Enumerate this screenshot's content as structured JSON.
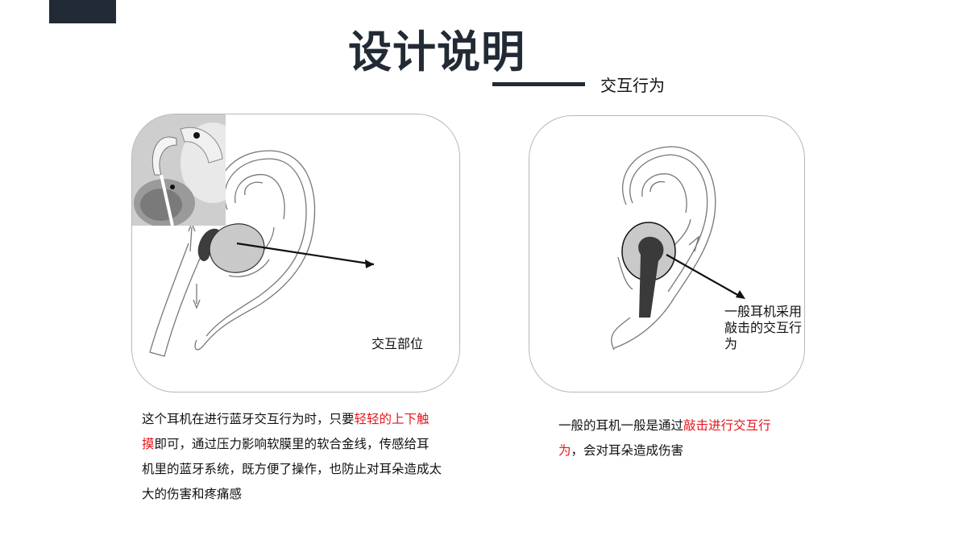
{
  "header": {
    "title": "设计说明",
    "subtitle": "交互行为"
  },
  "left_panel": {
    "inset_label": "交互部位",
    "description": {
      "before": "这个耳机在进行蓝牙交互行为时，只要",
      "highlight": "轻轻的上下触摸",
      "after": "即可，通过压力影响软膜里的软合金线，传感给耳机里的蓝牙系统，既方便了操作，也防止对耳朵造成太大的伤害和疼痛感"
    }
  },
  "right_panel": {
    "callout_label": "一般耳机采用敲击的交互行为",
    "description": {
      "before": "一般的耳机一般是通过",
      "highlight": "敲击进行交互行为",
      "after": "，会对耳朵造成伤害"
    }
  },
  "colors": {
    "dark": "#222a35",
    "highlight": "#e8141b",
    "border": "#b8b8b8"
  },
  "icons": [
    "ear-illustration",
    "earbud-photo",
    "arrow-pointer"
  ]
}
